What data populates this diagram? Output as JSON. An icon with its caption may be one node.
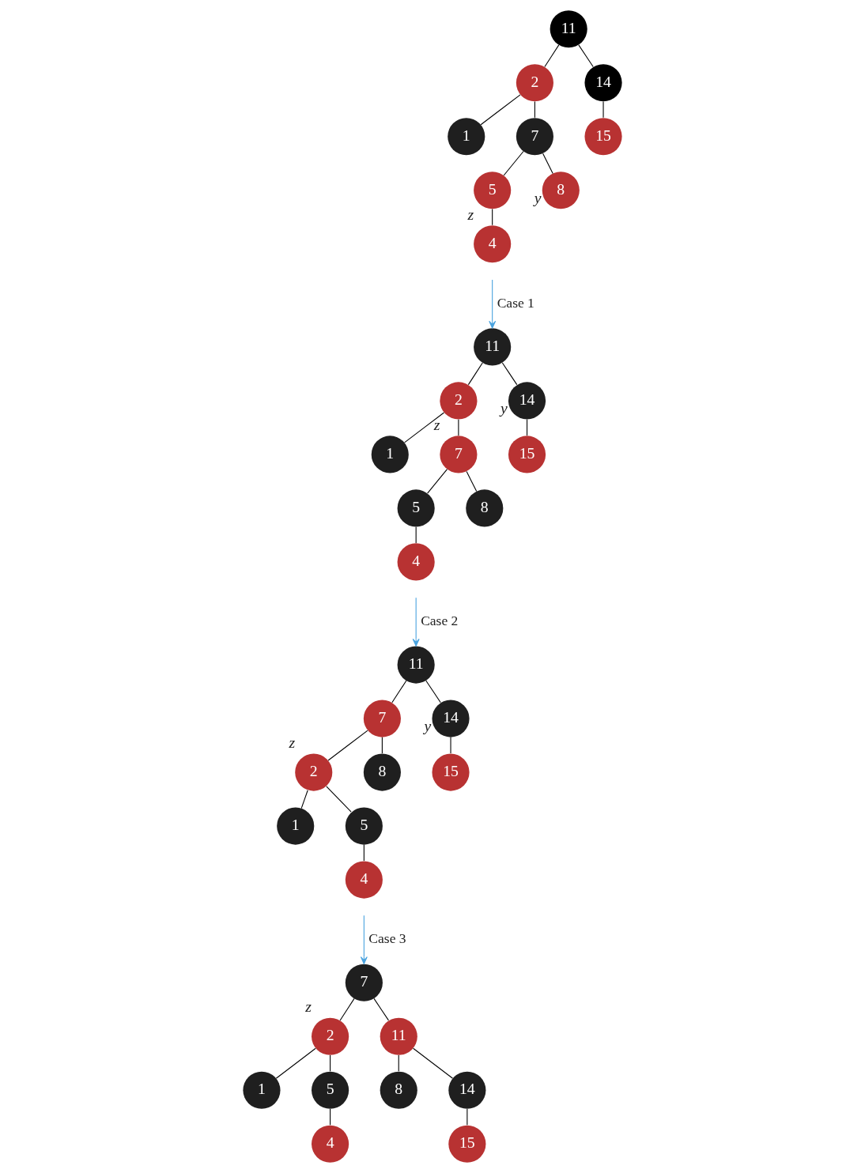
{
  "diagram": {
    "nodes": [
      {
        "text": [
          "11"
        ]
      },
      {
        "text": [
          "2"
        ]
      },
      {
        "text": [
          "14"
        ]
      },
      {
        "text": [
          "1"
        ]
      },
      {
        "text": [
          "7"
        ]
      },
      {
        "text": [
          "15"
        ]
      },
      {
        "text": [
          "5"
        ]
      },
      {
        "text": [
          "8"
        ],
        "beside": [
          "y"
        ]
      },
      {
        "text": [
          "4"
        ],
        "beside": [
          "z"
        ]
      },
      {
        "text": [
          "11"
        ]
      },
      {
        "text": [
          "2"
        ]
      },
      {
        "text": [
          "14"
        ],
        "beside": [
          "y"
        ]
      },
      {
        "text": [
          "1"
        ]
      },
      {
        "text": [
          "7"
        ],
        "beside": [
          "z"
        ]
      },
      {
        "text": [
          "15"
        ]
      },
      {
        "text": [
          "5"
        ]
      },
      {
        "text": [
          "8"
        ]
      },
      {
        "text": [
          "4"
        ]
      },
      {
        "text": [
          "11"
        ]
      },
      {
        "text": [
          "7"
        ]
      },
      {
        "text": [
          "14"
        ],
        "beside": [
          "y"
        ]
      },
      {
        "text": [
          "2"
        ],
        "beside": [
          "z"
        ]
      },
      {
        "text": [
          "8"
        ]
      },
      {
        "text": [
          "15"
        ]
      },
      {
        "text": [
          "1"
        ]
      },
      {
        "text": [
          "5"
        ]
      },
      {
        "text": [
          "4"
        ]
      },
      {
        "text": [
          "7"
        ]
      },
      {
        "text": [
          "2"
        ],
        "beside": [
          "z"
        ]
      },
      {
        "text": [
          "11"
        ]
      },
      {
        "text": [
          "1"
        ]
      },
      {
        "text": [
          "5"
        ]
      },
      {
        "text": [
          "8"
        ]
      },
      {
        "text": [
          "14"
        ]
      },
      {
        "text": [
          "4"
        ]
      },
      {
        "text": [
          "15"
        ]
      }
    ],
    "edges": [
      {
        "from": 0,
        "to": 1,
        "arrow": "none"
      },
      {
        "from": 0,
        "to": 2,
        "arrow": "none"
      },
      {
        "from": 1,
        "to": 3,
        "arrow": "none"
      },
      {
        "from": 1,
        "to": 4,
        "arrow": "none"
      },
      {
        "from": 2,
        "to": 5,
        "arrow": "none"
      },
      {
        "from": 4,
        "to": 6,
        "arrow": "none"
      },
      {
        "from": 4,
        "to": 7,
        "arrow": "none"
      },
      {
        "from": 6,
        "to": 8,
        "arrow": "none"
      },
      {
        "from": null,
        "to": 9,
        "arrow": "to",
        "label": "Case 1",
        "color": "#4aa3df"
      },
      {
        "from": 9,
        "to": 10,
        "arrow": "none"
      },
      {
        "from": 9,
        "to": 11,
        "arrow": "none"
      },
      {
        "from": 10,
        "to": 12,
        "arrow": "none"
      },
      {
        "from": 10,
        "to": 13,
        "arrow": "none"
      },
      {
        "from": 11,
        "to": 14,
        "arrow": "none"
      },
      {
        "from": 13,
        "to": 15,
        "arrow": "none"
      },
      {
        "from": 13,
        "to": 16,
        "arrow": "none"
      },
      {
        "from": 15,
        "to": 17,
        "arrow": "none"
      },
      {
        "from": null,
        "to": 18,
        "arrow": "to",
        "label": "Case 2",
        "color": "#4aa3df"
      },
      {
        "from": 18,
        "to": 19,
        "arrow": "none"
      },
      {
        "from": 18,
        "to": 20,
        "arrow": "none"
      },
      {
        "from": 19,
        "to": 21,
        "arrow": "none"
      },
      {
        "from": 19,
        "to": 22,
        "arrow": "none"
      },
      {
        "from": 20,
        "to": 23,
        "arrow": "none"
      },
      {
        "from": 21,
        "to": 24,
        "arrow": "none"
      },
      {
        "from": 21,
        "to": 25,
        "arrow": "none"
      },
      {
        "from": 25,
        "to": 26,
        "arrow": "none"
      },
      {
        "from": null,
        "to": 27,
        "arrow": "to",
        "label": "Case 3",
        "color": "#4aa3df"
      },
      {
        "from": 27,
        "to": 28,
        "arrow": "none"
      },
      {
        "from": 27,
        "to": 29,
        "arrow": "none"
      },
      {
        "from": 28,
        "to": 30,
        "arrow": "none"
      },
      {
        "from": 28,
        "to": 31,
        "arrow": "none"
      },
      {
        "from": 29,
        "to": 32,
        "arrow": "none"
      },
      {
        "from": 29,
        "to": 33,
        "arrow": "none"
      },
      {
        "from": 31,
        "to": 34,
        "arrow": "none"
      },
      {
        "from": 33,
        "to": 35,
        "arrow": "none"
      }
    ]
  }
}
